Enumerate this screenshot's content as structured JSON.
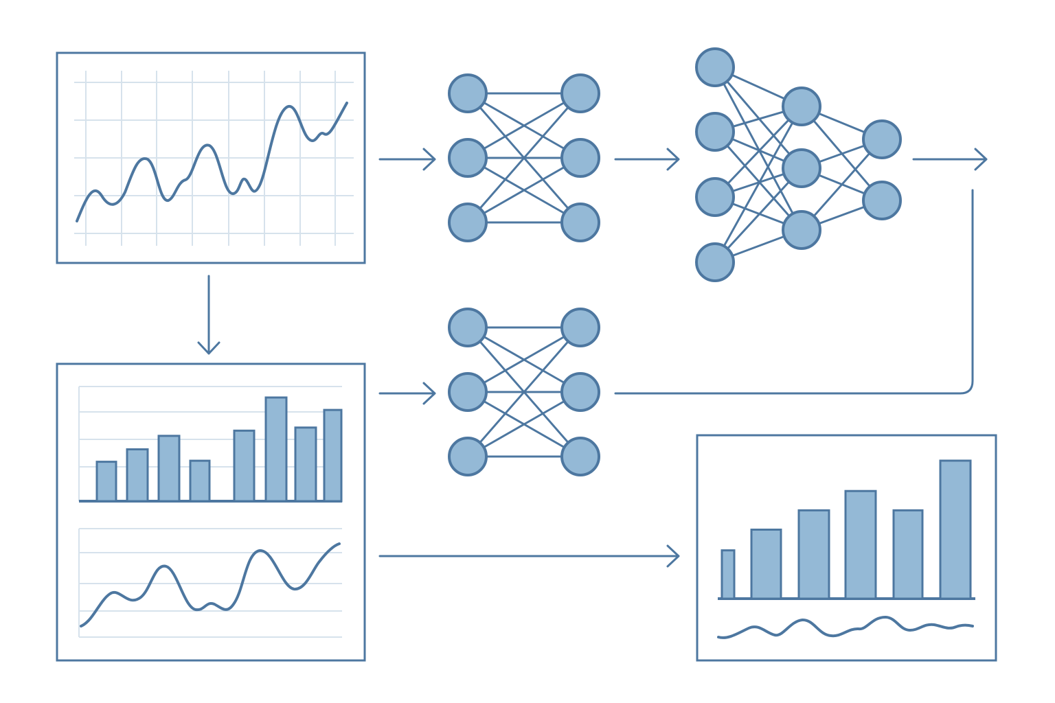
{
  "colors": {
    "stroke": "#4d77a0",
    "node_fill": "#94b9d6",
    "bar_fill": "#94b9d6",
    "grid": "#d6e2ec",
    "background": "#ffffff"
  },
  "panels": [
    {
      "id": "input-timeseries",
      "content": "line-chart-with-grid"
    },
    {
      "id": "decomposed-features",
      "content": [
        "bar-chart",
        "line-chart"
      ]
    },
    {
      "id": "output-forecast",
      "content": [
        "bar-chart",
        "wave-line"
      ]
    }
  ],
  "networks": [
    {
      "id": "network-top",
      "layers": [
        3,
        3
      ]
    },
    {
      "id": "network-middle",
      "layers": [
        3,
        3
      ]
    },
    {
      "id": "network-deep",
      "layers": [
        4,
        3,
        2
      ]
    }
  ],
  "bar_charts": {
    "decomposed-features": [
      0.38,
      0.5,
      0.63,
      0.39,
      0.68,
      1.0,
      0.71,
      0.88
    ],
    "output-forecast": [
      0.35,
      0.5,
      0.64,
      0.78,
      0.64,
      1.0
    ]
  }
}
